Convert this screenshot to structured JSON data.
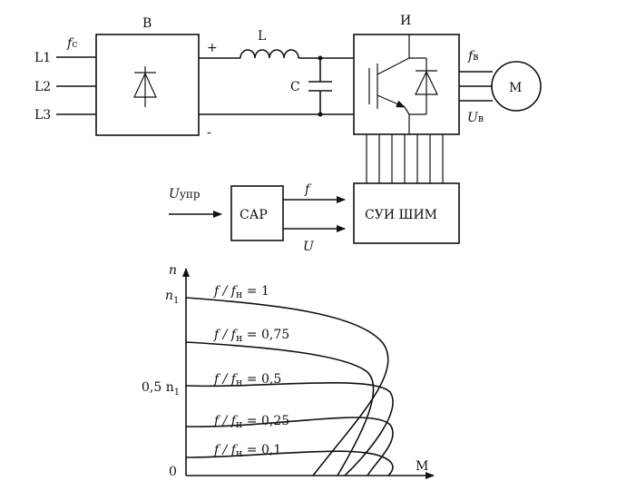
{
  "schematic": {
    "rectifier_label": "В",
    "inverter_label": "И",
    "inductor_label": "L",
    "capacitor_label": "C",
    "plus_sign": "+",
    "minus_sign": "-",
    "supply_freq_label": "f",
    "supply_freq_sub": "c",
    "phases": [
      "L1",
      "L2",
      "L3"
    ],
    "motor_label": "M",
    "output_freq_label": "f",
    "output_freq_sub": "в",
    "output_voltage_label": "U",
    "output_voltage_sub": "в",
    "control_input_label": "U",
    "control_input_sub": "упр",
    "sar_label": "САР",
    "pwm_label": "СУИ ШИМ",
    "f_signal_label": "f",
    "u_signal_label": "U"
  },
  "graph": {
    "y_axis_label": "n",
    "x_axis_label": "M",
    "y_ticks": [
      {
        "label": "n",
        "sub": "1"
      },
      {
        "label": "0,5 n",
        "sub": "1"
      },
      {
        "label": "0",
        "sub": ""
      }
    ],
    "curves": [
      {
        "pre": "f / f",
        "sub": "н",
        "post": " = 1"
      },
      {
        "pre": "f / f",
        "sub": "н",
        "post": " = 0,75"
      },
      {
        "pre": "f / f",
        "sub": "н",
        "post": " = 0,5"
      },
      {
        "pre": "f / f",
        "sub": "н",
        "post": " = 0,25"
      },
      {
        "pre": "f / f",
        "sub": "н",
        "post": " = 0,1"
      }
    ]
  }
}
